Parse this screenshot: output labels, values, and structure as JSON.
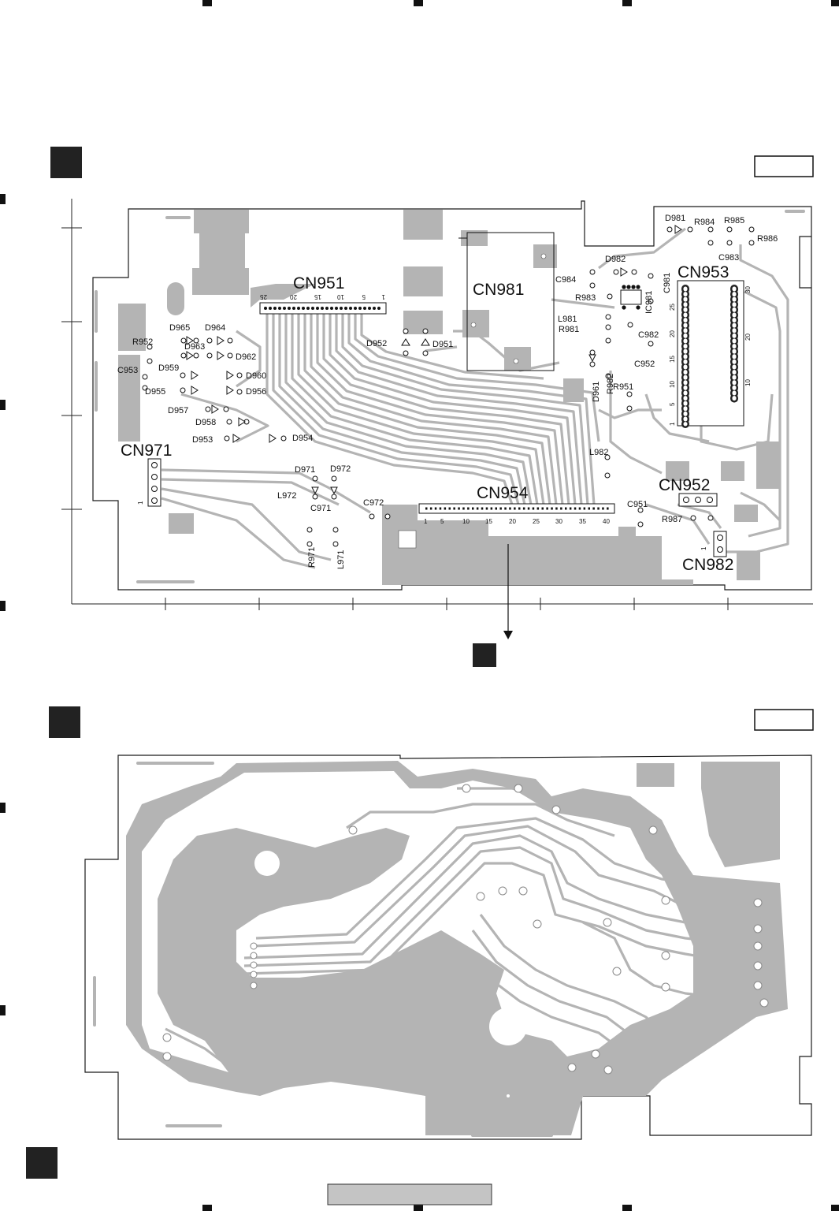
{
  "connectors": {
    "cn951": "CN951",
    "cn981": "CN981",
    "cn953": "CN953",
    "cn971": "CN971",
    "cn954": "CN954",
    "cn952": "CN952",
    "cn982": "CN982"
  },
  "components_top": [
    {
      "id": "r952",
      "label": "R952"
    },
    {
      "id": "c953",
      "label": "C953"
    },
    {
      "id": "d965",
      "label": "D965"
    },
    {
      "id": "d964",
      "label": "D964"
    },
    {
      "id": "d963",
      "label": "D963"
    },
    {
      "id": "d962",
      "label": "D962"
    },
    {
      "id": "d959",
      "label": "D959"
    },
    {
      "id": "d960",
      "label": "D960"
    },
    {
      "id": "d955",
      "label": "D955"
    },
    {
      "id": "d956",
      "label": "D956"
    },
    {
      "id": "d957",
      "label": "D957"
    },
    {
      "id": "d958",
      "label": "D958"
    },
    {
      "id": "d953",
      "label": "D953"
    },
    {
      "id": "d954",
      "label": "D954"
    },
    {
      "id": "d952",
      "label": "D952"
    },
    {
      "id": "d951",
      "label": "D951"
    },
    {
      "id": "d971",
      "label": "D971"
    },
    {
      "id": "d972",
      "label": "D972"
    },
    {
      "id": "l972",
      "label": "L972"
    },
    {
      "id": "c971",
      "label": "C971"
    },
    {
      "id": "c972",
      "label": "C972"
    },
    {
      "id": "r971",
      "label": "R971"
    },
    {
      "id": "l971",
      "label": "L971"
    },
    {
      "id": "d981",
      "label": "D981"
    },
    {
      "id": "r984",
      "label": "R984"
    },
    {
      "id": "r985",
      "label": "R985"
    },
    {
      "id": "r986",
      "label": "R986"
    },
    {
      "id": "c983",
      "label": "C983"
    },
    {
      "id": "d982",
      "label": "D982"
    },
    {
      "id": "c984",
      "label": "C984"
    },
    {
      "id": "r983",
      "label": "R983"
    },
    {
      "id": "ic981",
      "label": "IC981"
    },
    {
      "id": "c981",
      "label": "C981"
    },
    {
      "id": "l981",
      "label": "L981"
    },
    {
      "id": "r981",
      "label": "R981"
    },
    {
      "id": "c982",
      "label": "C982"
    },
    {
      "id": "c952",
      "label": "C952"
    },
    {
      "id": "d961",
      "label": "D961"
    },
    {
      "id": "r982",
      "label": "R982"
    },
    {
      "id": "r951",
      "label": "R951"
    },
    {
      "id": "l982",
      "label": "L982"
    },
    {
      "id": "c951",
      "label": "C951"
    },
    {
      "id": "r987",
      "label": "R987"
    }
  ],
  "pins": {
    "cn951": [
      "25",
      "20",
      "15",
      "10",
      "5",
      "1"
    ],
    "cn953_left": [
      "25",
      "20",
      "15",
      "10",
      "5",
      "1"
    ],
    "cn953_right": [
      "30",
      "20",
      "10"
    ],
    "cn954": [
      "1",
      "5",
      "10",
      "15",
      "20",
      "25",
      "30",
      "35",
      "40"
    ],
    "cn971": "1",
    "cn982": "1"
  },
  "colors": {
    "copper": "#b4b4b4",
    "outline": "#1a1a1a",
    "marker": "#222222"
  }
}
